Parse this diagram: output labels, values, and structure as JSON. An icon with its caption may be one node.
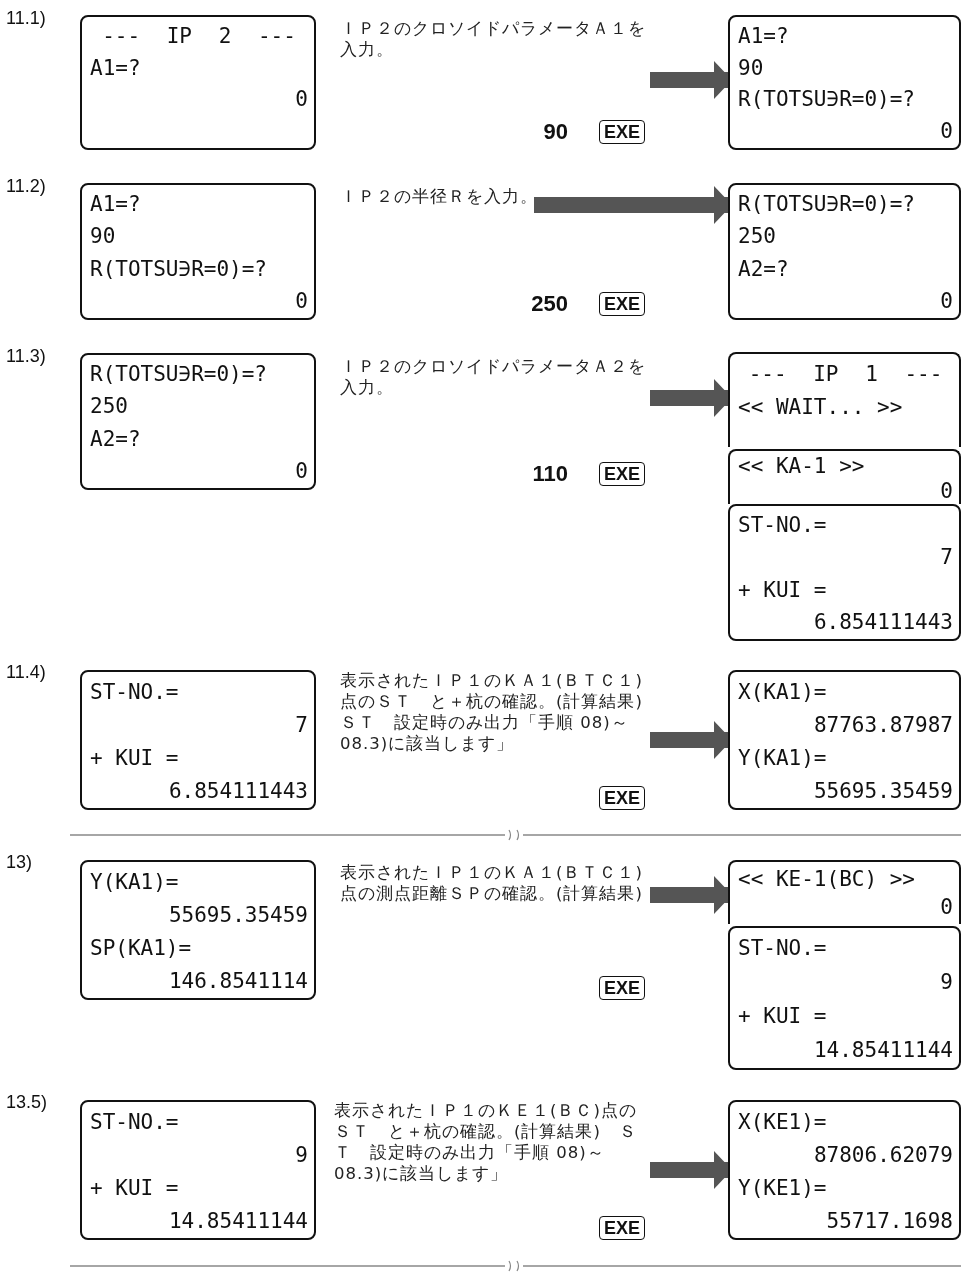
{
  "diagram": {
    "nodes": [
      {
        "text": [
          "--- IP 2 ---",
          "A1=?",
          "0"
        ]
      },
      {
        "text": [
          "ＩＰ２のクロソイドパラメータＡ１を入力。"
        ]
      },
      {
        "text": [
          "A1=?",
          "90",
          "R(TOTSU∋R=0)=?",
          "0"
        ]
      },
      {
        "text": [
          "A1=?",
          "90",
          "R(TOTSU∋R=0)=?",
          "0"
        ]
      },
      {
        "text": [
          "ＩＰ２の半径Ｒを入力。"
        ]
      },
      {
        "text": [
          "R(TOTSU∋R=0)=?",
          "250",
          "A2=?",
          "0"
        ]
      },
      {
        "text": [
          "R(TOTSU∋R=0)=?",
          "250",
          "A2=?",
          "0"
        ]
      },
      {
        "text": [
          "ＩＰ２のクロソイドパラメータＡ２を入力。"
        ]
      },
      {
        "text": [
          "--- IP 1 ---",
          "<< WAIT... >>"
        ]
      },
      {
        "text": [
          "<< KA-1 >>",
          "0"
        ]
      },
      {
        "text": [
          "ST-NO.=",
          "7",
          "+ KUI =",
          "6.854111443"
        ]
      },
      {
        "text": [
          "ST-NO.=",
          "7",
          "+ KUI =",
          "6.854111443"
        ]
      },
      {
        "text": [
          "表示されたＩＰ１のＫＡ１(ＢＴＣ１)点のＳＴ　と＋杭の確認。(計算結果)　ＳＴ　設定時のみ出力「手順 08)～ 08.3)に該当します」"
        ]
      },
      {
        "text": [
          "X(KA1)=",
          "87763.87987",
          "Y(KA1)=",
          "55695.35459"
        ]
      },
      {
        "text": [
          "Y(KA1)=",
          "55695.35459",
          "SP(KA1)=",
          "146.8541114"
        ]
      },
      {
        "text": [
          "表示されたＩＰ１のＫＡ１(ＢＴＣ１)点の測点距離ＳＰの確認。(計算結果)"
        ]
      },
      {
        "text": [
          "<< KE-1(BC) >>",
          "0"
        ]
      },
      {
        "text": [
          "ST-NO.=",
          "9",
          "+ KUI =",
          "14.85411144"
        ]
      },
      {
        "text": [
          "ST-NO.=",
          "9",
          "+ KUI =",
          "14.85411144"
        ]
      },
      {
        "text": [
          "表示されたＩＰ１のＫＥ１(ＢＣ)点のＳＴ　と＋杭の確認。(計算結果)　ＳＴ　設定時のみ出力「手順 08)～ 08.3)に該当します」"
        ]
      },
      {
        "text": [
          "X(KE1)=",
          "87806.62079",
          "Y(KE1)=",
          "55717.1698"
        ]
      }
    ],
    "edges": [
      {
        "from": 1,
        "to": 2,
        "arrow": "to"
      },
      {
        "from": 4,
        "to": 5,
        "arrow": "to"
      },
      {
        "from": 7,
        "to": 8,
        "arrow": "to"
      },
      {
        "from": 12,
        "to": 13,
        "arrow": "to"
      },
      {
        "from": 15,
        "to": 16,
        "arrow": "to"
      },
      {
        "from": 19,
        "to": 20,
        "arrow": "to"
      }
    ],
    "labels": [
      "11.1)",
      "90",
      "EXE",
      "11.2)",
      "250",
      "EXE",
      "11.3)",
      "110",
      "EXE",
      "11.4)",
      "EXE",
      "13)",
      "EXE",
      "13.5)",
      "EXE"
    ]
  }
}
